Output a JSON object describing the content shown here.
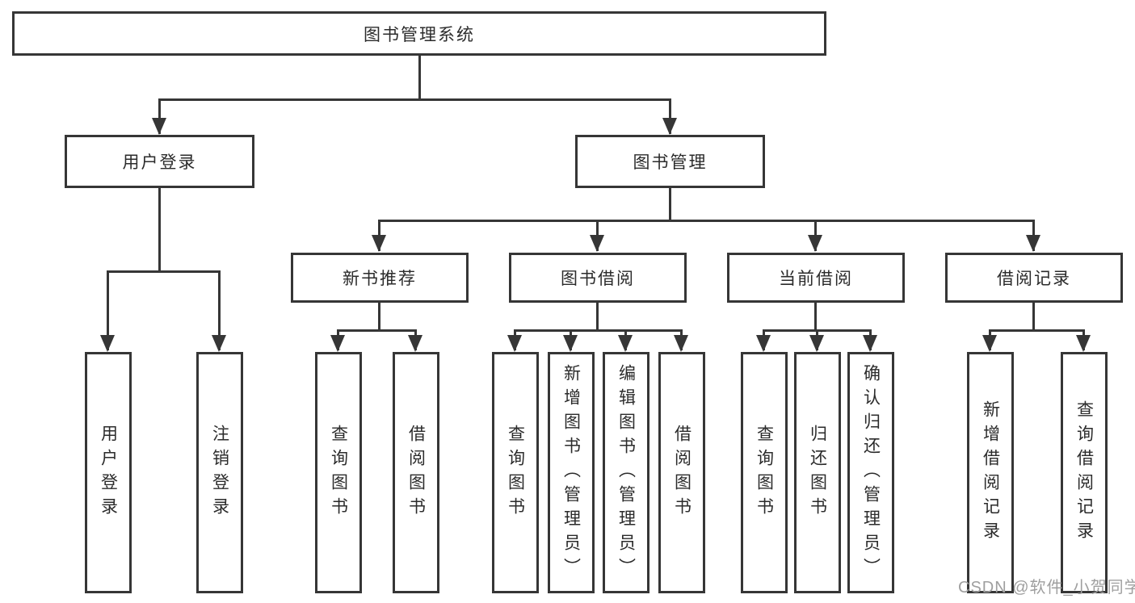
{
  "tree": {
    "label": "图书管理系统",
    "children": [
      {
        "label": "用户登录",
        "children": [
          {
            "label": "用户登录"
          },
          {
            "label": "注销登录"
          }
        ]
      },
      {
        "label": "图书管理",
        "children": [
          {
            "label": "新书推荐",
            "children": [
              {
                "label": "查询图书"
              },
              {
                "label": "借阅图书"
              }
            ]
          },
          {
            "label": "图书借阅",
            "children": [
              {
                "label": "查询图书"
              },
              {
                "label": "新增图书（管理员）"
              },
              {
                "label": "编辑图书（管理员）"
              },
              {
                "label": "借阅图书"
              }
            ]
          },
          {
            "label": "当前借阅",
            "children": [
              {
                "label": "查询图书"
              },
              {
                "label": "归还图书"
              },
              {
                "label": "确认归还（管理员）"
              }
            ]
          },
          {
            "label": "借阅记录",
            "children": [
              {
                "label": "新增借阅记录"
              },
              {
                "label": "查询借阅记录"
              }
            ]
          }
        ]
      }
    ]
  },
  "watermark": {
    "text": "CSDN @软件_小贺同学"
  },
  "colors": {
    "line": "#363636",
    "text": "#2b2b2b",
    "background": "#ffffff",
    "watermark": "#9f9f9f"
  }
}
